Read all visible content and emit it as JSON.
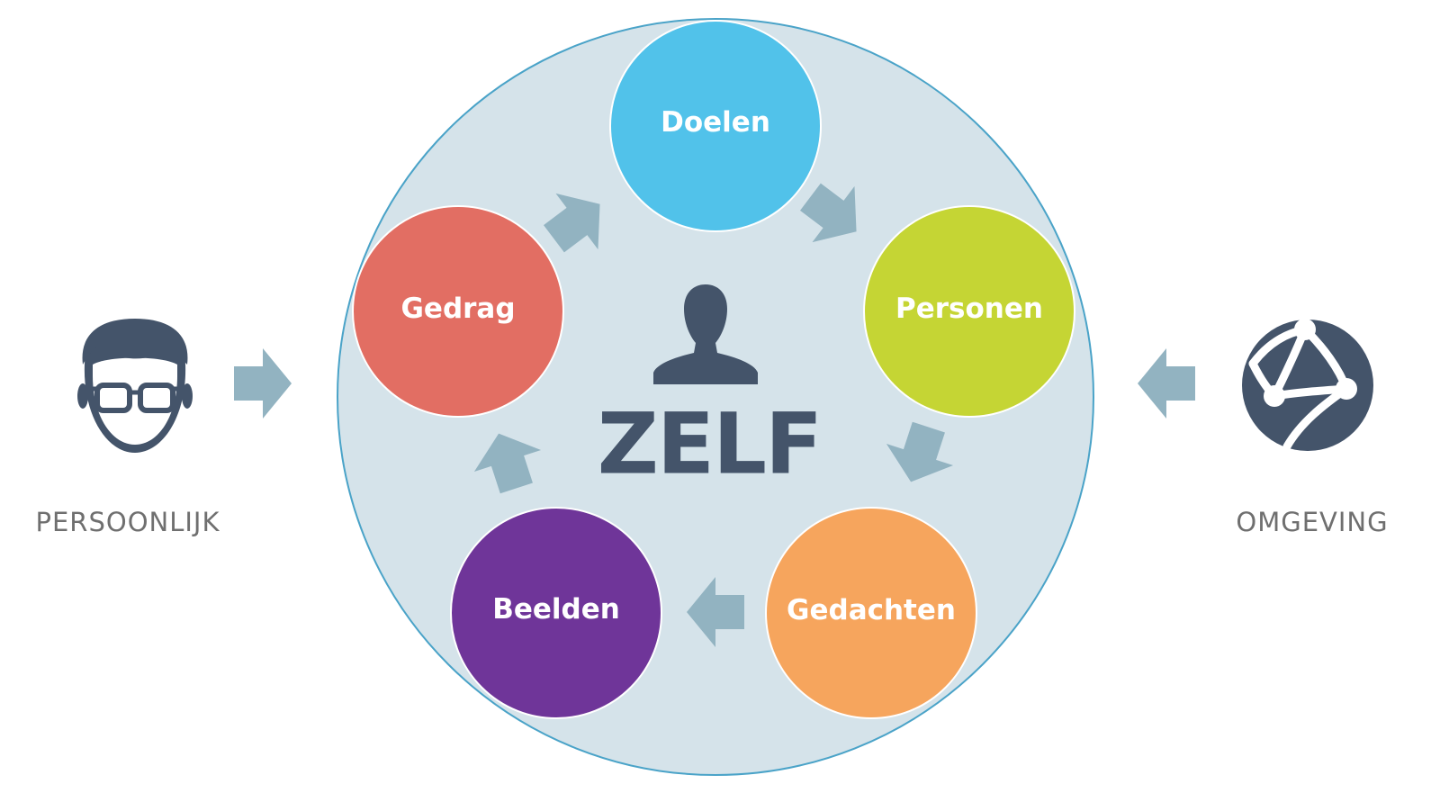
{
  "diagram": {
    "center": {
      "label": "ZELF",
      "icon": "person-silhouette-icon"
    },
    "nodes": [
      {
        "id": "doelen",
        "label": "Doelen",
        "color": "#51c2ea"
      },
      {
        "id": "personen",
        "label": "Personen",
        "color": "#c5d534"
      },
      {
        "id": "gedachten",
        "label": "Gedachten",
        "color": "#f6a55d"
      },
      {
        "id": "beelden",
        "label": "Beelden",
        "color": "#6f3599"
      },
      {
        "id": "gedrag",
        "label": "Gedrag",
        "color": "#e26e63"
      }
    ],
    "cycle_order": [
      "Doelen",
      "Personen",
      "Gedachten",
      "Beelden",
      "Gedrag"
    ],
    "inputs": [
      {
        "id": "persoonlijk",
        "label": "PERSOONLIJK",
        "icon": "person-with-glasses-icon"
      },
      {
        "id": "omgeving",
        "label": "OMGEVING",
        "icon": "network-globe-icon"
      }
    ]
  },
  "colors": {
    "big_circle_fill": "#d5e3ea",
    "big_circle_stroke": "#4aa3c8",
    "arrow": "#92b3c1",
    "icon_dark": "#44546a",
    "side_text": "#6f6f6f"
  }
}
